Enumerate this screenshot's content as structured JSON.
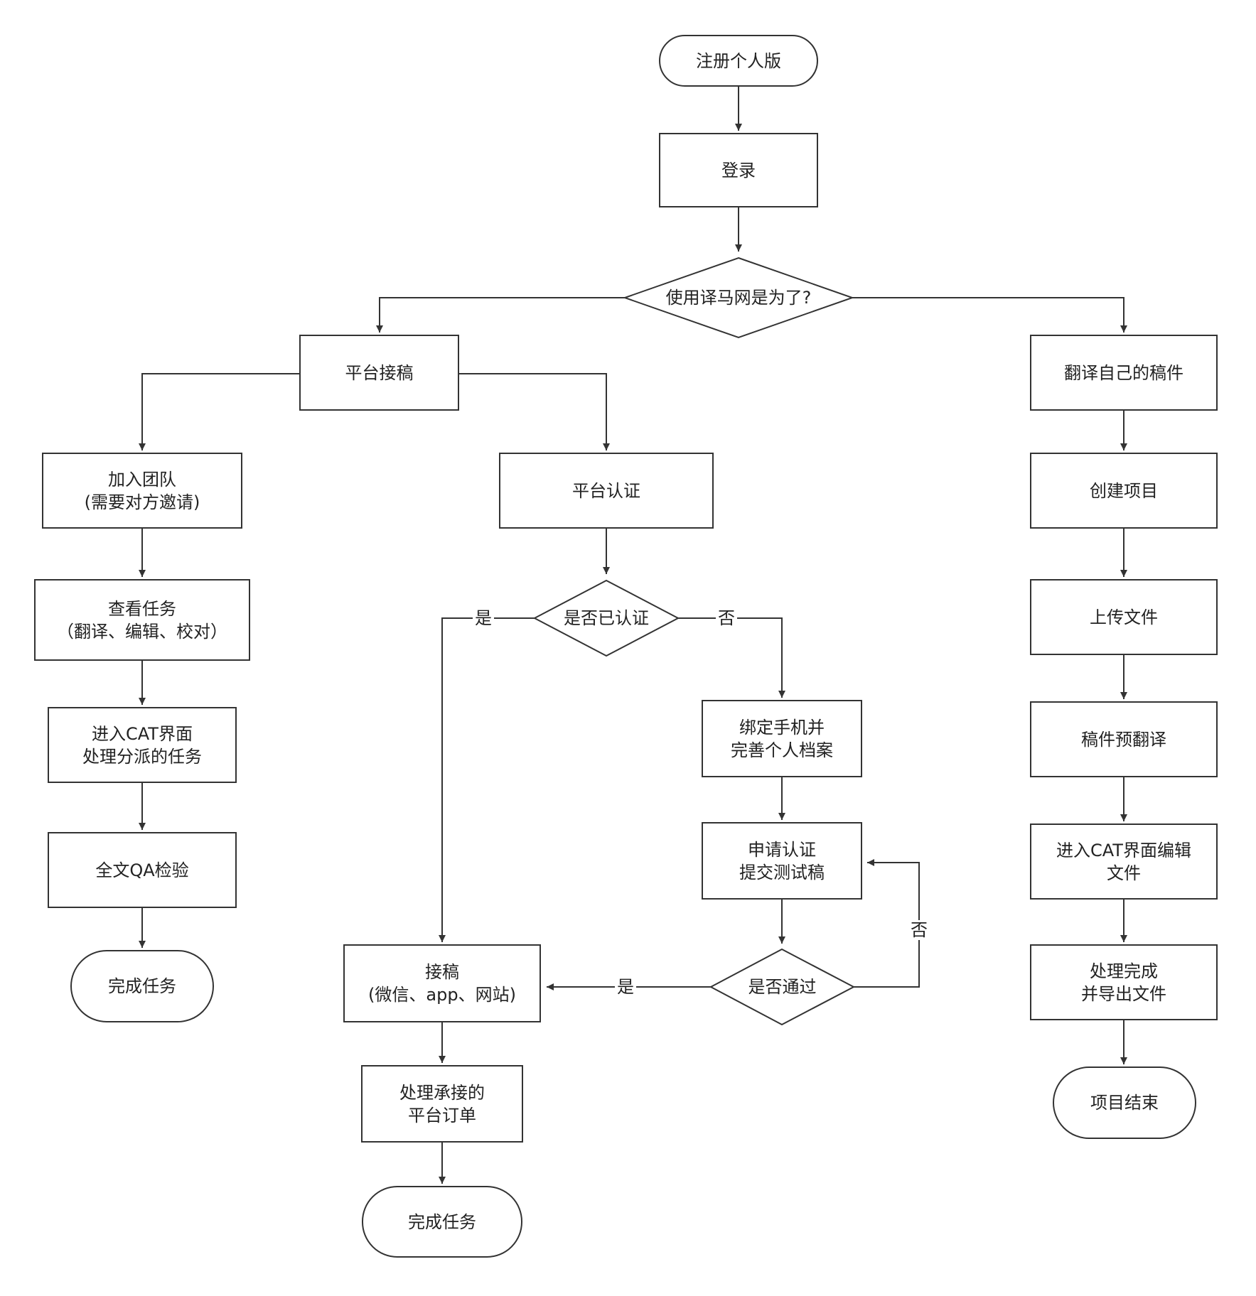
{
  "nodes": {
    "start": "注册个人版",
    "login": "登录",
    "purpose": "使用译马网是为了?",
    "platform": "平台接稿",
    "own": "翻译自己的稿件",
    "join_team": [
      "加入团队",
      "(需要对方邀请)"
    ],
    "view_tasks": [
      "查看任务",
      "（翻译、编辑、校对）"
    ],
    "cat_tasks": [
      "进入CAT界面",
      "处理分派的任务"
    ],
    "qa": "全文QA检验",
    "done_left": "完成任务",
    "certify": "平台认证",
    "is_certified": "是否已认证",
    "bind_phone": [
      "绑定手机并",
      "完善个人档案"
    ],
    "apply": [
      "申请认证",
      "提交测试稿"
    ],
    "passed": "是否通过",
    "accept": [
      "接稿",
      "(微信、app、网站)"
    ],
    "handle_orders": [
      "处理承接的",
      "平台订单"
    ],
    "done_mid": "完成任务",
    "create_project": "创建项目",
    "upload": "上传文件",
    "pretranslate": "稿件预翻译",
    "cat_edit": [
      "进入CAT界面编辑",
      "文件"
    ],
    "export": [
      "处理完成",
      "并导出文件"
    ],
    "project_end": "项目结束"
  },
  "edge_labels": {
    "certified_yes": "是",
    "certified_no": "否",
    "passed_yes": "是",
    "passed_no": "否"
  }
}
